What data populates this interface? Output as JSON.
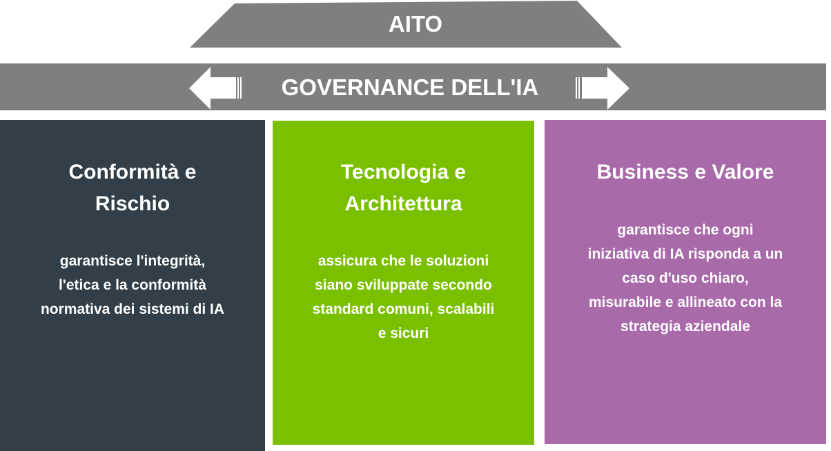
{
  "top": {
    "label": "AITO"
  },
  "band": {
    "label": "GOVERNANCE DELL'IA"
  },
  "colors": {
    "gray": "#7f7f7f",
    "dark": "#333f48",
    "green": "#7ac000",
    "purple": "#a86aa9"
  },
  "pillars": [
    {
      "title": [
        "Conformità e",
        "Rischio"
      ],
      "body": [
        "garantisce l'integrità,",
        "l'etica e la conformità",
        "normativa dei sistemi di IA"
      ]
    },
    {
      "title": [
        "Tecnologia e",
        "Architettura"
      ],
      "body": [
        "assicura che le soluzioni",
        "siano sviluppate secondo",
        "standard comuni, scalabili",
        "e sicuri"
      ]
    },
    {
      "title": [
        "Business e Valore"
      ],
      "body": [
        "garantisce che ogni",
        "iniziativa di IA risponda a un",
        "caso d'uso chiaro,",
        "misurabile e allineato con la",
        "strategia aziendale"
      ]
    }
  ]
}
